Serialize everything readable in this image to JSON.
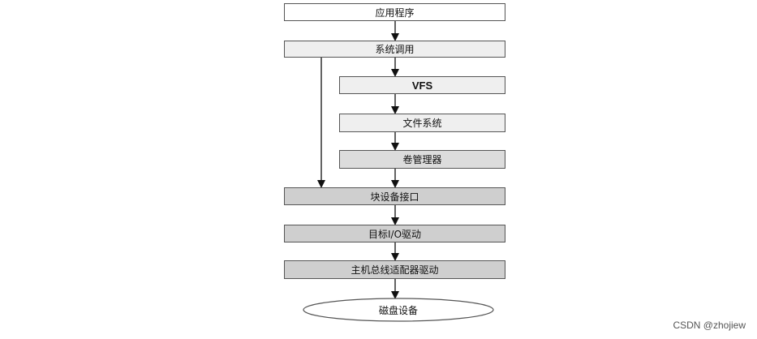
{
  "diagram": {
    "app": "应用程序",
    "syscall": "系统调用",
    "vfs": "VFS",
    "fs": "文件系统",
    "volume": "卷管理器",
    "block_if": "块设备接口",
    "target_io": "目标I/O驱动",
    "hba": "主机总线适配器驱动",
    "disk": "磁盘设备"
  },
  "watermark": "CSDN @zhojiew"
}
